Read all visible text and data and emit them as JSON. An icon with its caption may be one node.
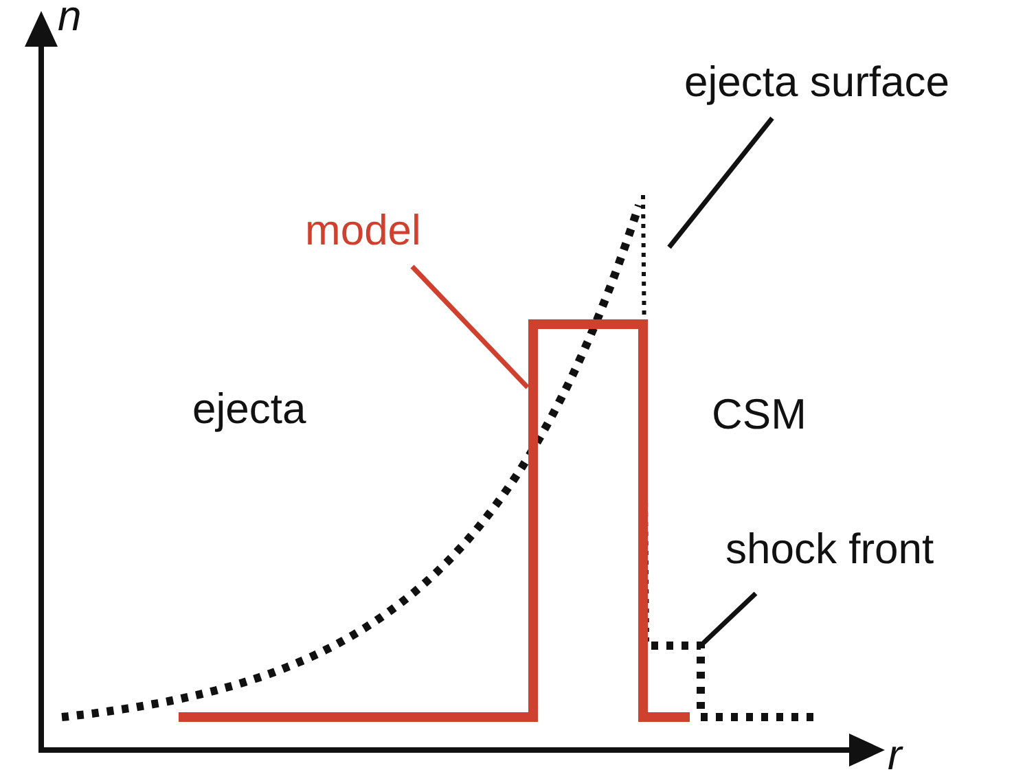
{
  "diagram": {
    "nodes": [
      {
        "text": [
          "ejecta surface"
        ]
      },
      {
        "text": [
          "model"
        ]
      },
      {
        "text": [
          "shock front"
        ]
      }
    ],
    "edges": [
      {
        "from": 0,
        "to": null,
        "arrow": "none"
      },
      {
        "from": 1,
        "to": null,
        "arrow": "none",
        "color": "#d0402e"
      },
      {
        "from": 2,
        "to": null,
        "arrow": "none"
      }
    ],
    "labels": [
      "n",
      "r",
      "ejecta",
      "CSM"
    ]
  }
}
